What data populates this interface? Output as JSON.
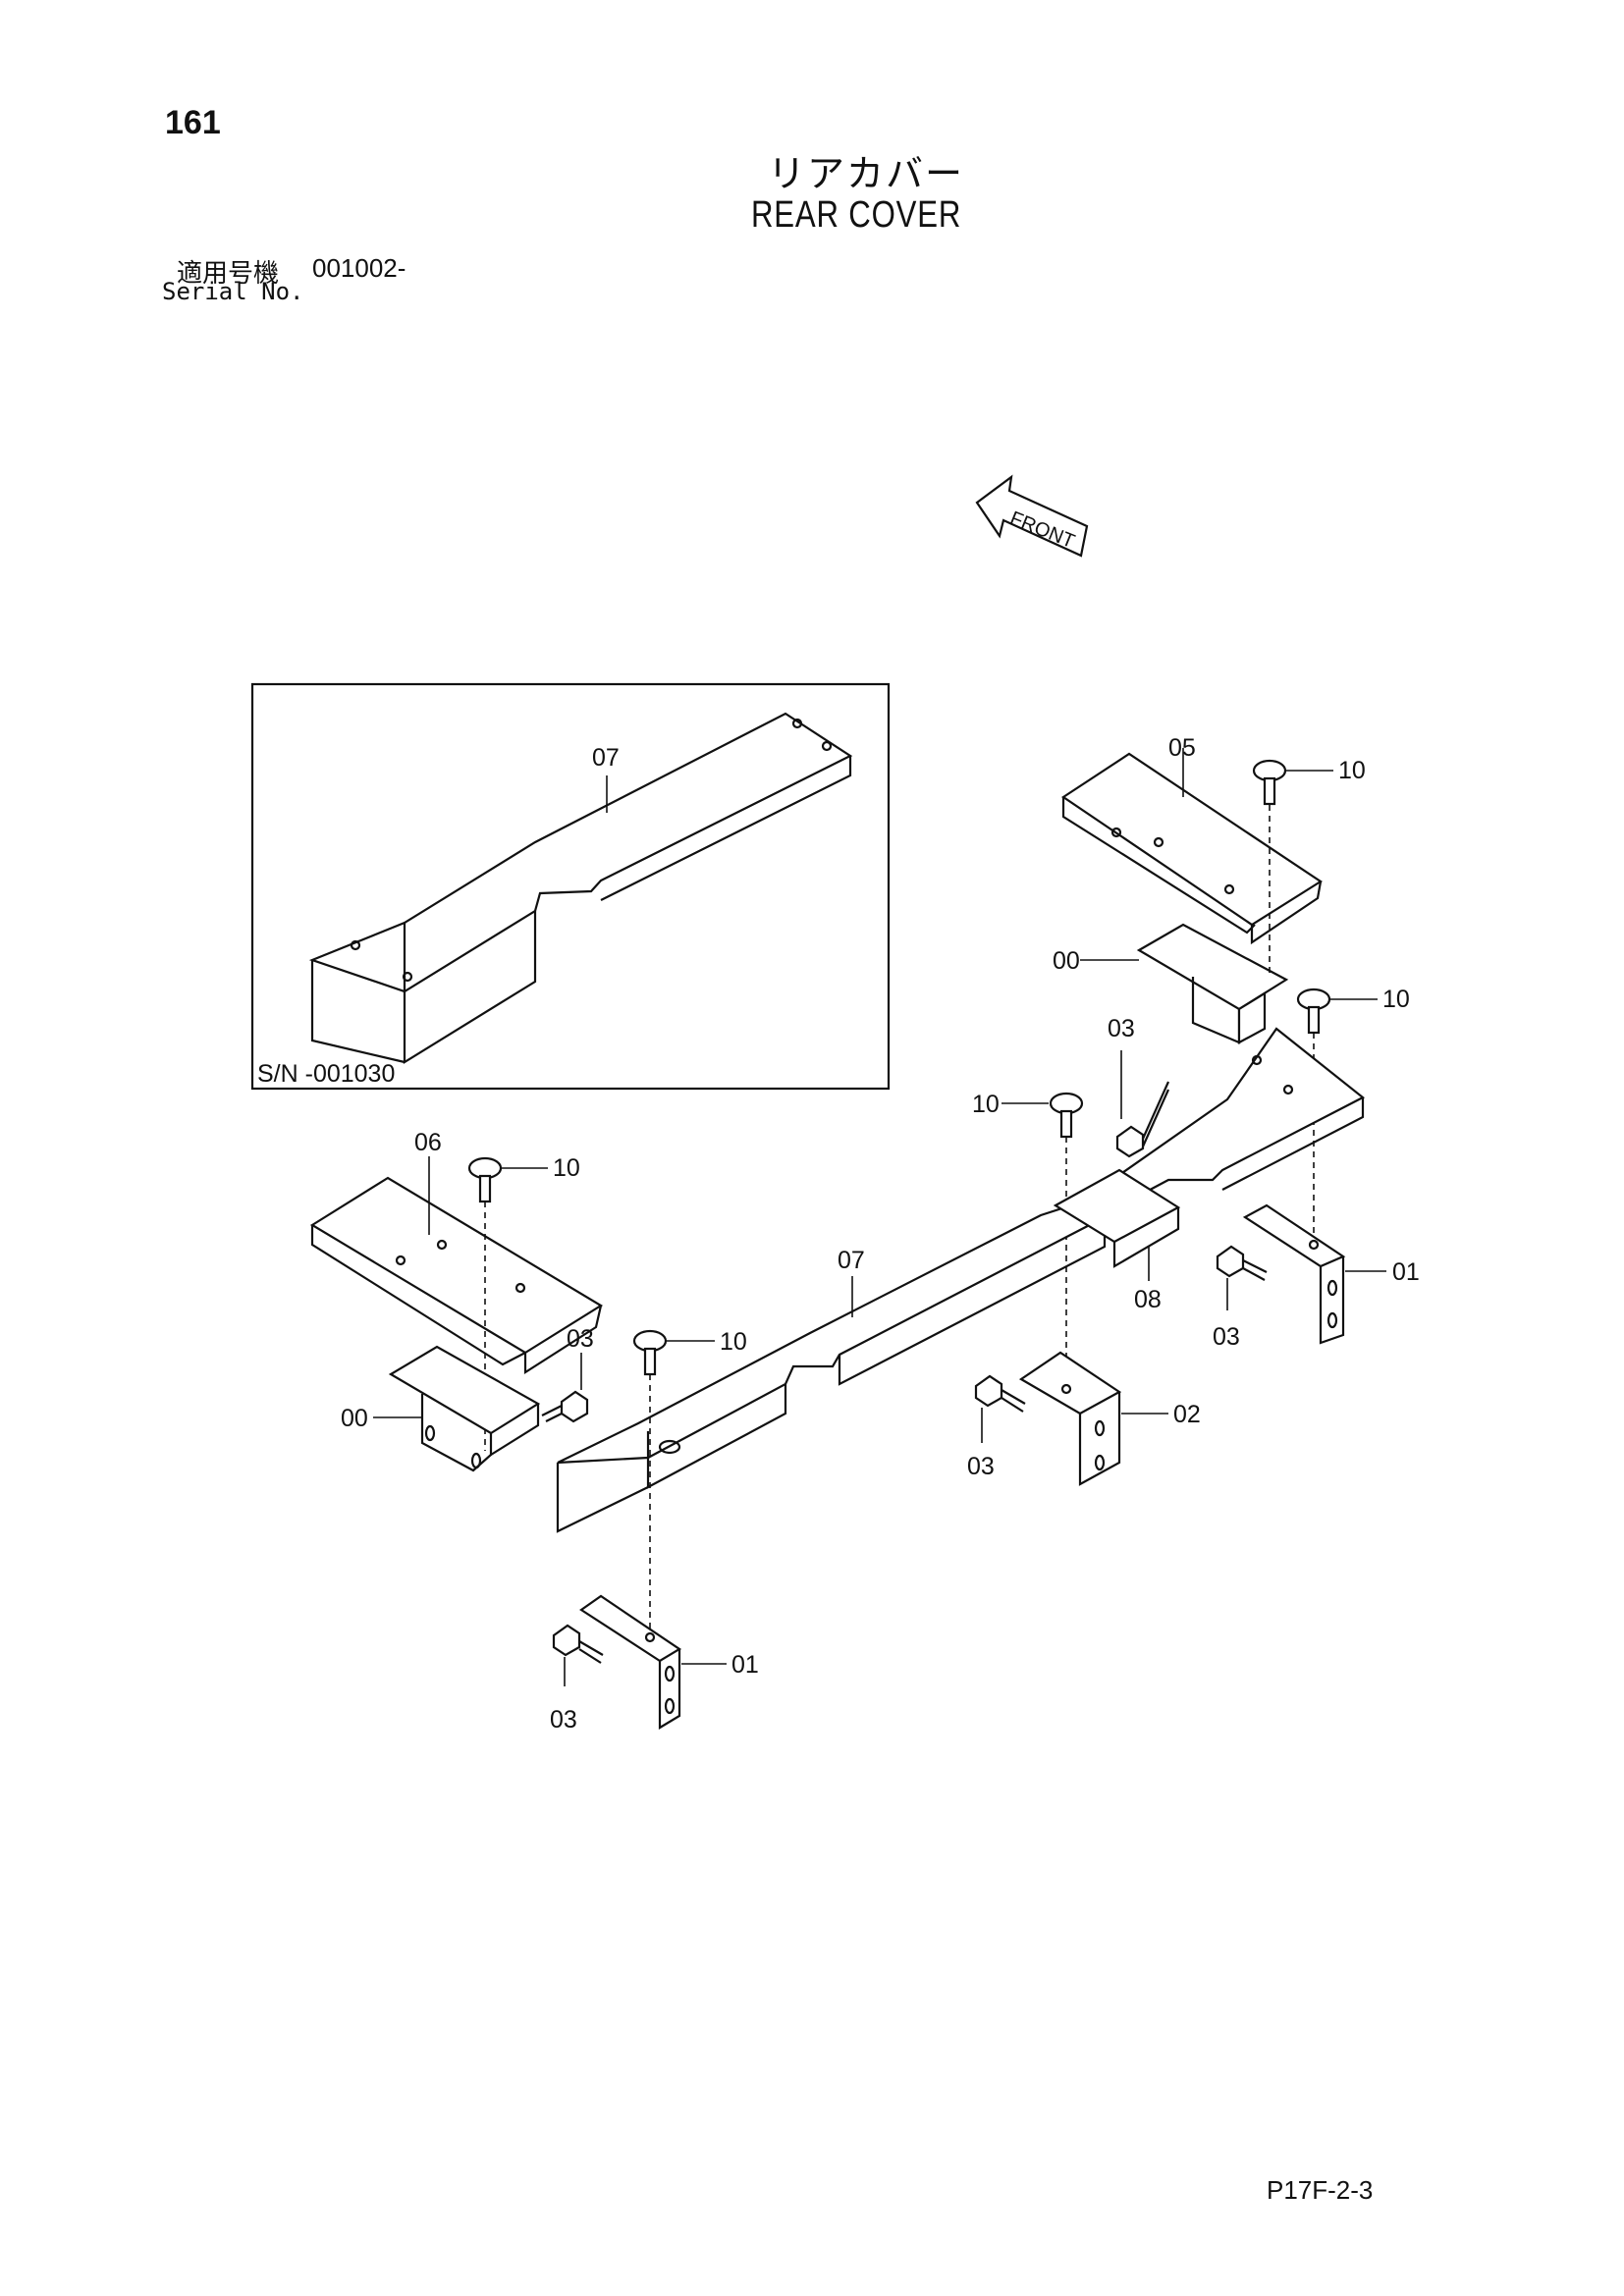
{
  "header": {
    "page_number": "161",
    "title_jp": "リアカバー",
    "title_en": "REAR COVER",
    "serial_label_jp": "適用号機",
    "serial_value": "001002-",
    "serial_label_en": "Serial No."
  },
  "diagram": {
    "front_marker": "FRONT",
    "inset_serial": "S/N -001030",
    "callouts": {
      "inset_07": "07",
      "c05": "05",
      "c10_a": "10",
      "c00_a": "00",
      "c10_b": "10",
      "c03_a": "03",
      "c10_c": "10",
      "c06": "06",
      "c10_d": "10",
      "c07": "07",
      "c08": "08",
      "c01_a": "01",
      "c03_b": "03",
      "c03_c": "03",
      "c10_e": "10",
      "c00_b": "00",
      "c02": "02",
      "c03_d": "03",
      "c01_b": "01",
      "c03_e": "03"
    }
  },
  "footer": {
    "code": "P17F-2-3"
  }
}
